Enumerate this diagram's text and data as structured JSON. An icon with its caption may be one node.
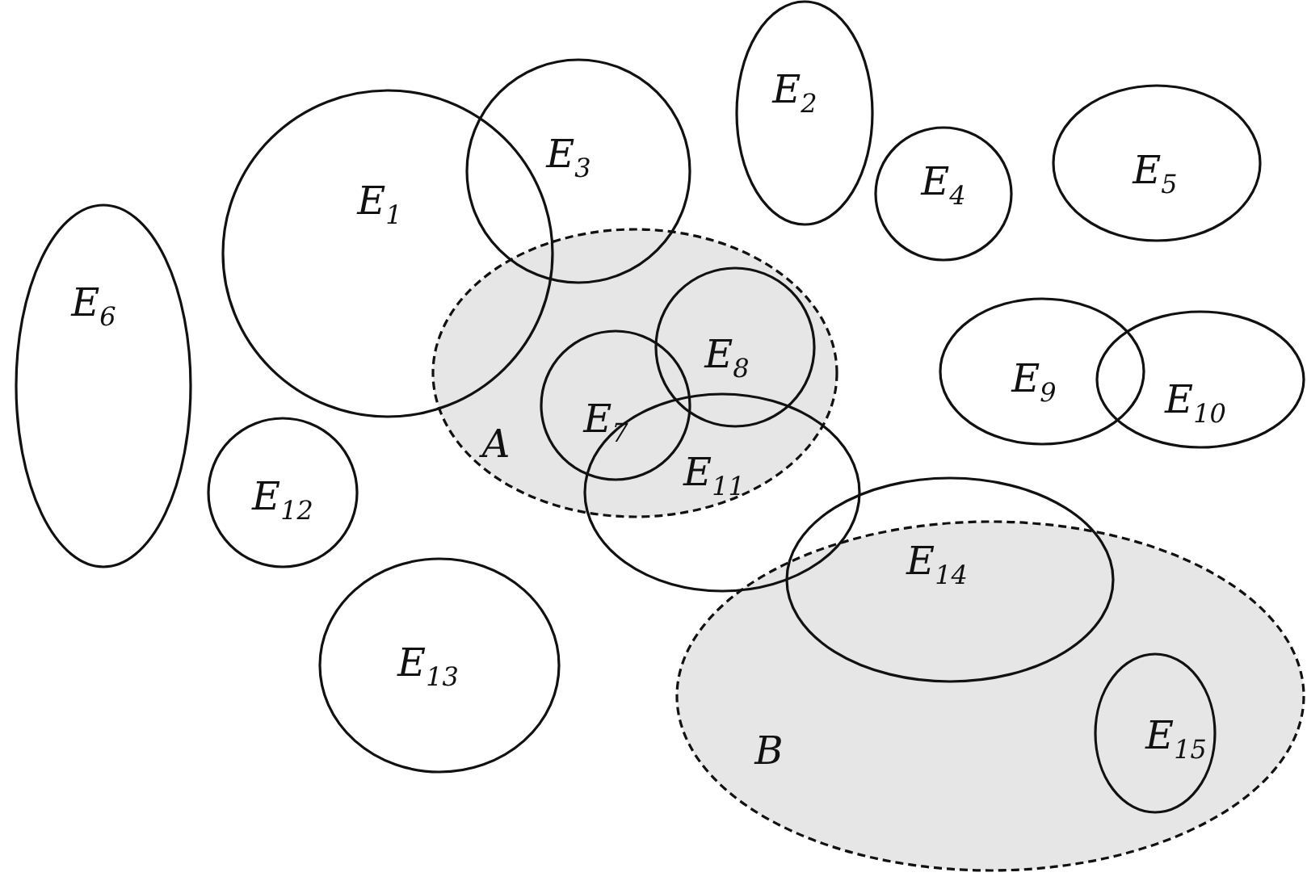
{
  "diagram": {
    "nodes": [
      {
        "text": [
          "E$_{1}$"
        ]
      },
      {
        "text": [
          "E$_{2}$"
        ]
      },
      {
        "text": [
          "E$_{3}$"
        ]
      },
      {
        "text": [
          "E$_{4}$"
        ]
      },
      {
        "text": [
          "E$_{5}$"
        ]
      },
      {
        "text": [
          "E$_{6}$"
        ]
      },
      {
        "text": [
          "A"
        ]
      },
      {
        "text": [
          "E$_{7}$"
        ],
        "in": 6
      },
      {
        "text": [
          "E$_{8}$"
        ],
        "in": 6
      },
      {
        "text": [
          "E$_{9}$"
        ]
      },
      {
        "text": [
          "E$_{10}$"
        ]
      },
      {
        "text": [
          "E$_{11}$"
        ]
      },
      {
        "text": [
          "E$_{12}$"
        ]
      },
      {
        "text": [
          "E$_{13}$"
        ]
      },
      {
        "text": [
          "B"
        ]
      },
      {
        "text": [
          "E$_{14}$"
        ]
      },
      {
        "text": [
          "E$_{15}$"
        ],
        "in": 14
      }
    ]
  }
}
